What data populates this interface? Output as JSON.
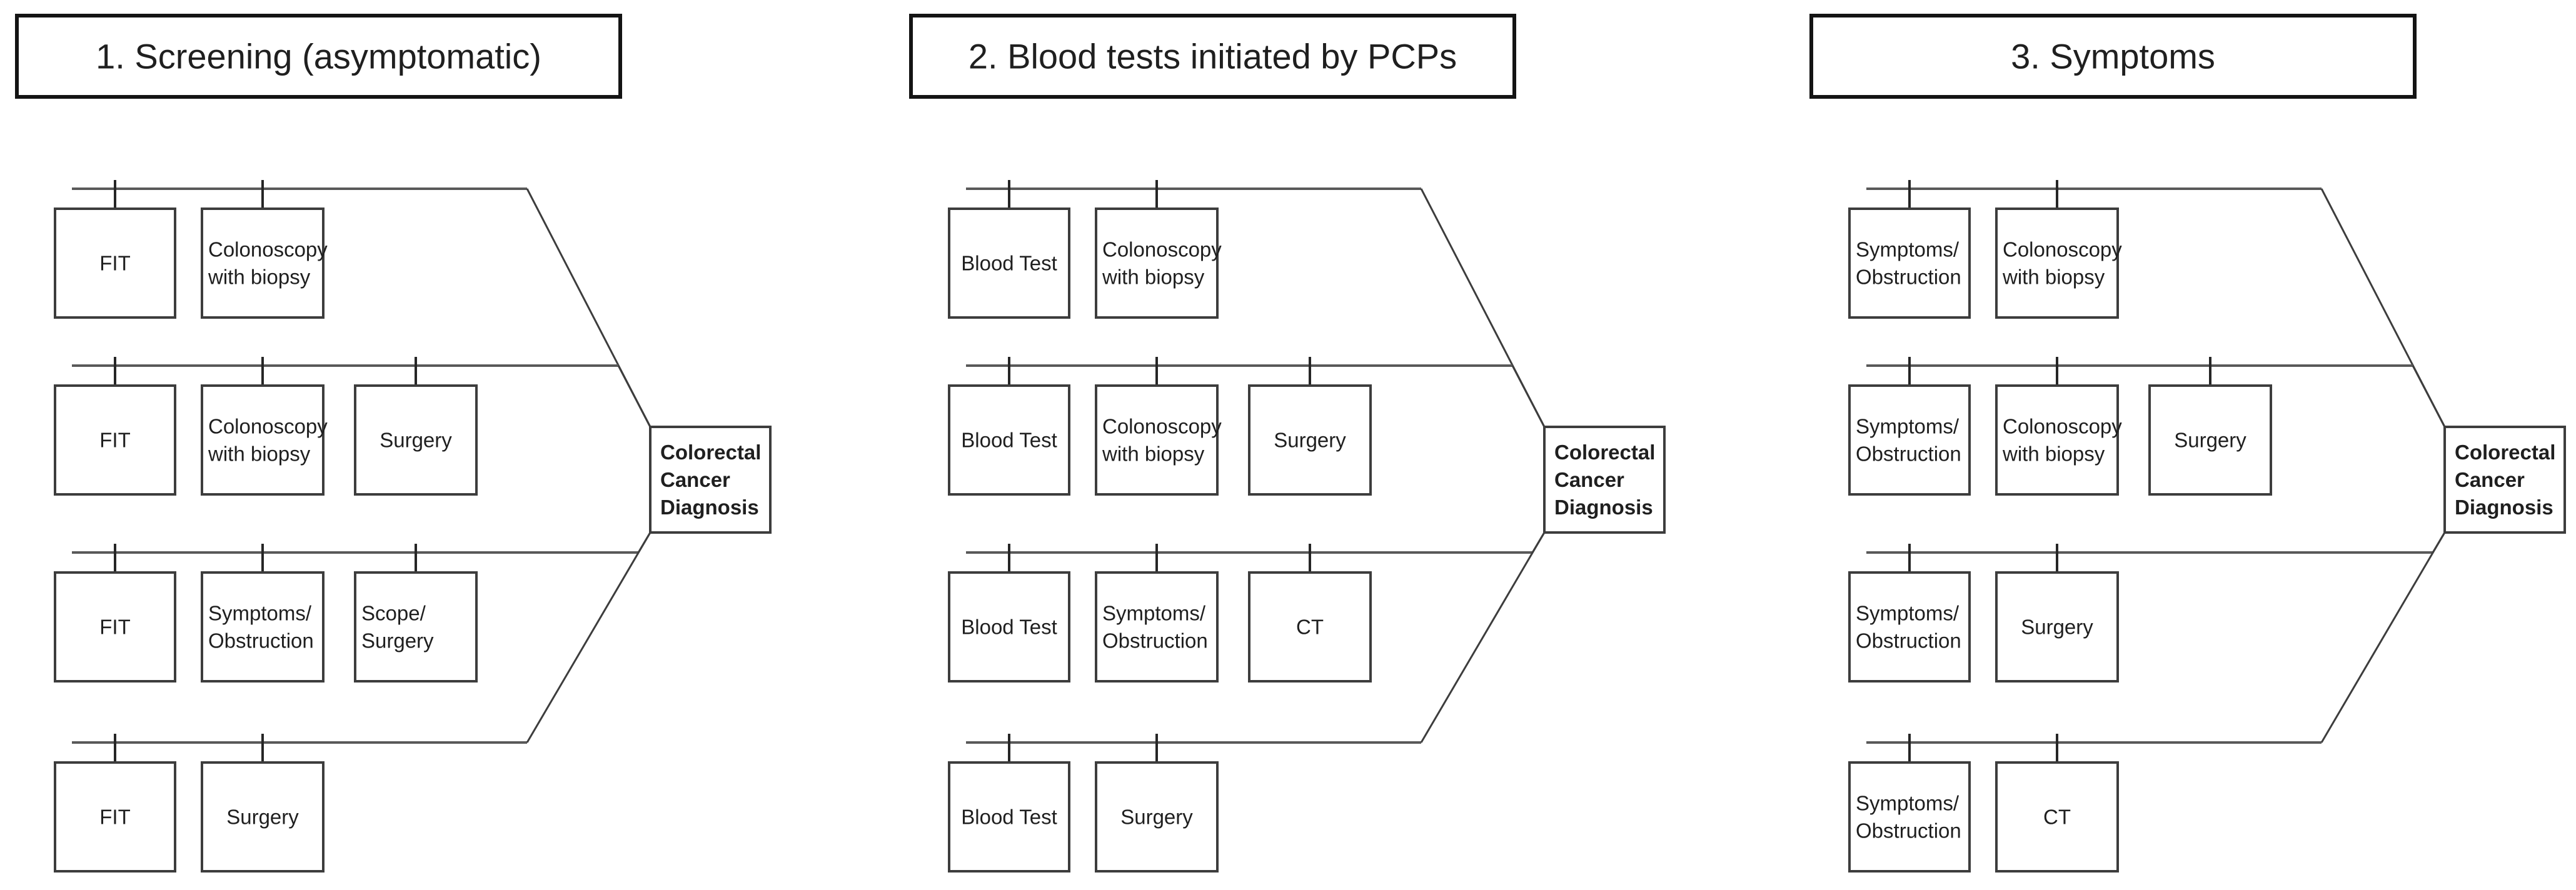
{
  "figure": {
    "kind": "pathway-diagram",
    "background": "#ffffff",
    "colors": {
      "timeline_line": "#595959",
      "connector_line": "#3d3d3d",
      "tick": "#262626",
      "box_border": "#3d3d3d",
      "title_border": "#141414",
      "box_fill": "#ffffff",
      "text": "#1f1f1f"
    }
  },
  "panels": [
    {
      "id": "screening",
      "title": "1. Screening (asymptomatic)",
      "rows": [
        {
          "boxes": [
            {
              "lines": [
                "FIT"
              ]
            },
            {
              "lines": [
                "Colonoscopy",
                "with biopsy"
              ]
            }
          ]
        },
        {
          "boxes": [
            {
              "lines": [
                "FIT"
              ]
            },
            {
              "lines": [
                "Colonoscopy",
                "with biopsy"
              ]
            },
            {
              "lines": [
                "Surgery"
              ]
            }
          ]
        },
        {
          "boxes": [
            {
              "lines": [
                "FIT"
              ]
            },
            {
              "lines": [
                "Symptoms/",
                "Obstruction"
              ]
            },
            {
              "lines": [
                "Scope/",
                "Surgery"
              ]
            }
          ]
        },
        {
          "boxes": [
            {
              "lines": [
                "FIT"
              ]
            },
            {
              "lines": [
                "Surgery"
              ]
            }
          ]
        }
      ],
      "outcome": {
        "lines": [
          "Colorectal",
          "Cancer",
          "Diagnosis"
        ]
      }
    },
    {
      "id": "blood-tests",
      "title": "2. Blood tests initiated by PCPs",
      "rows": [
        {
          "boxes": [
            {
              "lines": [
                "Blood Test"
              ]
            },
            {
              "lines": [
                "Colonoscopy",
                "with biopsy"
              ]
            }
          ]
        },
        {
          "boxes": [
            {
              "lines": [
                "Blood Test"
              ]
            },
            {
              "lines": [
                "Colonoscopy",
                "with biopsy"
              ]
            },
            {
              "lines": [
                "Surgery"
              ]
            }
          ]
        },
        {
          "boxes": [
            {
              "lines": [
                "Blood Test"
              ]
            },
            {
              "lines": [
                "Symptoms/",
                "Obstruction"
              ]
            },
            {
              "lines": [
                "CT"
              ]
            }
          ]
        },
        {
          "boxes": [
            {
              "lines": [
                "Blood Test"
              ]
            },
            {
              "lines": [
                "Surgery"
              ]
            }
          ]
        }
      ],
      "outcome": {
        "lines": [
          "Colorectal",
          "Cancer",
          "Diagnosis"
        ]
      }
    },
    {
      "id": "symptoms",
      "title": "3. Symptoms",
      "rows": [
        {
          "boxes": [
            {
              "lines": [
                "Symptoms/",
                "Obstruction"
              ]
            },
            {
              "lines": [
                "Colonoscopy",
                "with biopsy"
              ]
            }
          ]
        },
        {
          "boxes": [
            {
              "lines": [
                "Symptoms/",
                "Obstruction"
              ]
            },
            {
              "lines": [
                "Colonoscopy",
                "with biopsy"
              ]
            },
            {
              "lines": [
                "Surgery"
              ]
            }
          ]
        },
        {
          "boxes": [
            {
              "lines": [
                "Symptoms/",
                "Obstruction"
              ]
            },
            {
              "lines": [
                "Surgery"
              ]
            }
          ]
        },
        {
          "boxes": [
            {
              "lines": [
                "Symptoms/",
                "Obstruction"
              ]
            },
            {
              "lines": [
                "CT"
              ]
            }
          ]
        }
      ],
      "outcome": {
        "lines": [
          "Colorectal",
          "Cancer",
          "Diagnosis"
        ]
      }
    }
  ]
}
